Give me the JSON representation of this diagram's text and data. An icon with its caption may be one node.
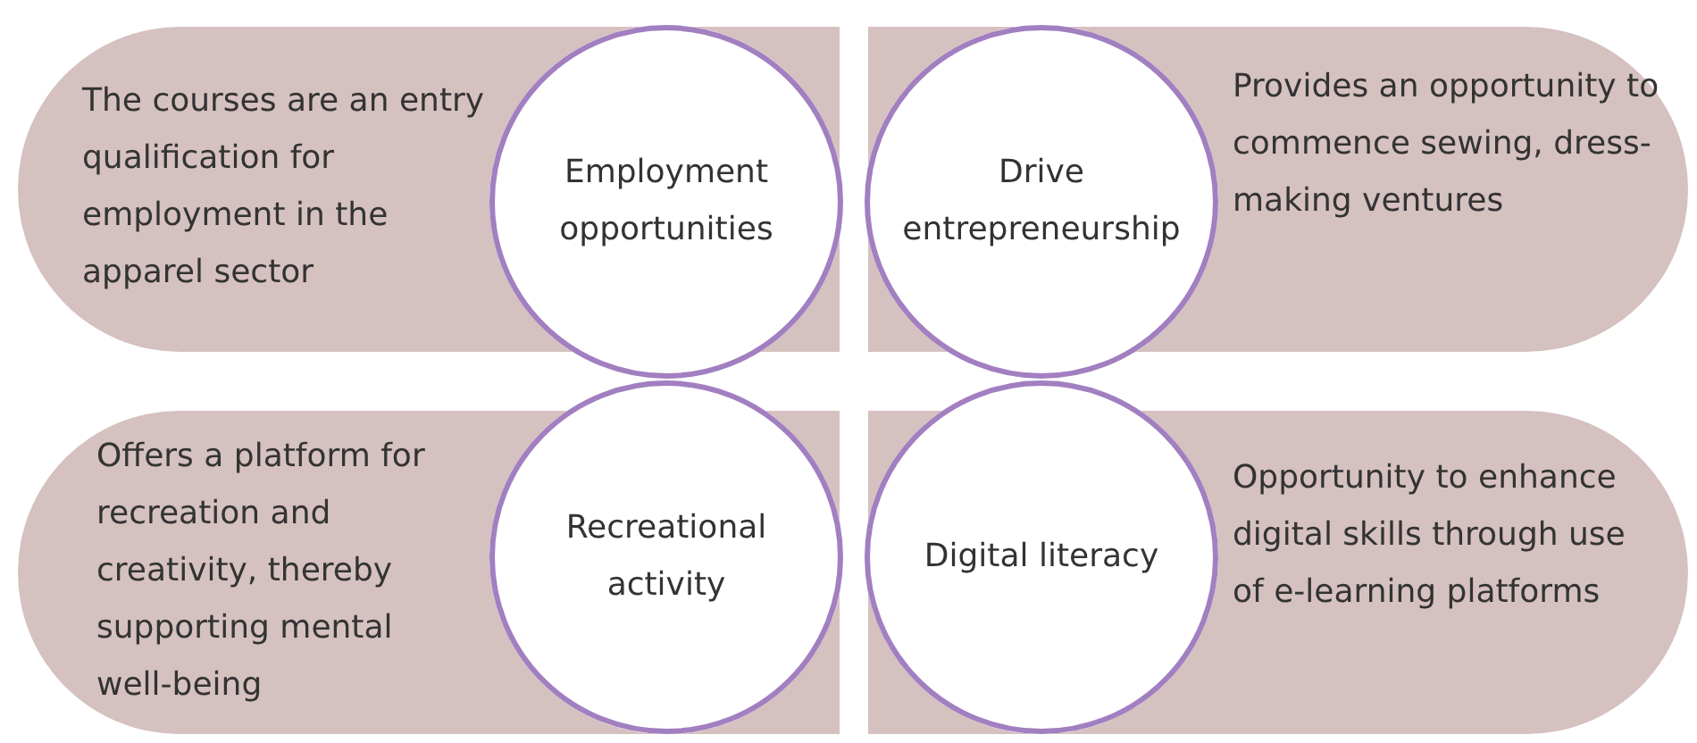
{
  "diagram": {
    "nodes": [
      {
        "text": [
          "The courses are an entry qualification for employment in the apparel sector"
        ]
      },
      {
        "text": [
          "Employment opportunities"
        ]
      },
      {
        "text": [
          "Drive entrepreneurship"
        ]
      },
      {
        "text": [
          "Provides an opportunity to commence sewing, dress-making ventures"
        ]
      },
      {
        "text": [
          "Offers a platform for recreation and creativity, thereby supporting mental well-being"
        ]
      },
      {
        "text": [
          "Recreational activity"
        ]
      },
      {
        "text": [
          "Digital literacy"
        ]
      },
      {
        "text": [
          "Opportunity to enhance digital skills through use of e-learning platforms"
        ]
      }
    ],
    "edges": []
  }
}
